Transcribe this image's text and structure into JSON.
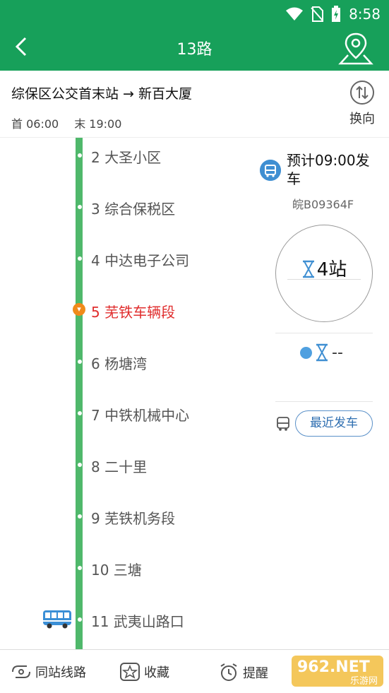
{
  "status": {
    "time": "8:58"
  },
  "header": {
    "title": "13路"
  },
  "route": {
    "name": "综保区公交首末站 → 新百大厦",
    "first": "首 06:00",
    "last": "末 19:00",
    "swap_label": "换向"
  },
  "stations": [
    {
      "name": "2 大圣小区"
    },
    {
      "name": "3 综合保税区"
    },
    {
      "name": "4 中达电子公司"
    },
    {
      "name": "5 芜铁车辆段",
      "current": true
    },
    {
      "name": "6 杨塘湾"
    },
    {
      "name": "7 中铁机械中心"
    },
    {
      "name": "8 二十里"
    },
    {
      "name": "9 芜铁机务段"
    },
    {
      "name": "10 三塘"
    },
    {
      "name": "11 武夷山路口"
    }
  ],
  "eta": {
    "depart": "预计09:00发车",
    "plate": "皖B09364F",
    "stops": "4站",
    "next": "--",
    "recent_button": "最近发车"
  },
  "bottom_bar": {
    "same_station": "同站线路",
    "favorite": "收藏",
    "remind": "提醒"
  },
  "watermark": {
    "brand": "962",
    "suffix": ".NET",
    "subtitle": "乐游网"
  },
  "colors": {
    "primary": "#17a05a",
    "line": "#4fb86b",
    "current": "#e02d2d",
    "accent": "#3f8fd2"
  },
  "icons": [
    "back-arrow-icon",
    "location-pin-icon",
    "swap-icon",
    "bus-icon",
    "hourglass-icon",
    "same-station-icon",
    "star-icon",
    "alarm-icon"
  ]
}
